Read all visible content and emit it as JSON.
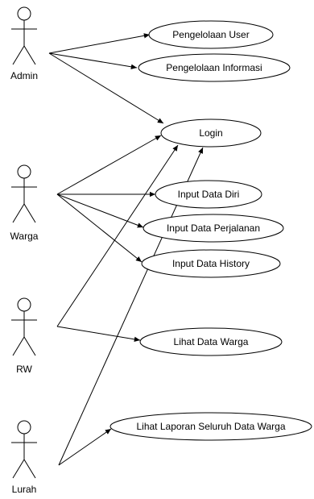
{
  "actors": [
    {
      "id": "admin",
      "label": "Admin"
    },
    {
      "id": "warga",
      "label": "Warga"
    },
    {
      "id": "rw",
      "label": "RW"
    },
    {
      "id": "lurah",
      "label": "Lurah"
    }
  ],
  "use_cases": [
    {
      "id": "pengelolaan-user",
      "label": "Pengelolaan User"
    },
    {
      "id": "pengelolaan-informasi",
      "label": "Pengelolaan Informasi"
    },
    {
      "id": "login",
      "label": "Login"
    },
    {
      "id": "input-data-diri",
      "label": "Input Data Diri"
    },
    {
      "id": "input-data-perjalanan",
      "label": "Input Data Perjalanan"
    },
    {
      "id": "input-data-history",
      "label": "Input Data History"
    },
    {
      "id": "lihat-data-warga",
      "label": "Lihat Data Warga"
    },
    {
      "id": "lihat-laporan",
      "label": "Lihat Laporan Seluruh Data Warga"
    }
  ]
}
